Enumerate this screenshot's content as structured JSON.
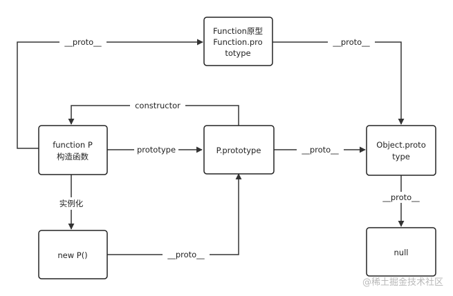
{
  "nodes": {
    "function_proto": {
      "lines": [
        "Function原型",
        "Function.pro",
        "totype"
      ]
    },
    "function_p": {
      "lines": [
        "function P",
        "构造函数"
      ]
    },
    "p_prototype": {
      "lines": [
        "P.prototype"
      ]
    },
    "object_proto": {
      "lines": [
        "Object.proto",
        "type"
      ]
    },
    "new_p": {
      "lines": [
        "new P()"
      ]
    },
    "null_node": {
      "lines": [
        "null"
      ]
    }
  },
  "edges": {
    "fp_to_funcproto": "__proto__",
    "funcproto_to_obj": "__proto__",
    "ptype_constructor": "constructor",
    "fp_prototype": "prototype",
    "ptype_to_obj": "__proto__",
    "instantiate": "实例化",
    "newp_to_ptype": "__proto__",
    "obj_to_null": "__proto__"
  },
  "colors": {
    "stroke": "#222222",
    "background": "#ffffff",
    "watermark": "#b9b9b9"
  },
  "watermark": "@稀土掘金技术社区"
}
